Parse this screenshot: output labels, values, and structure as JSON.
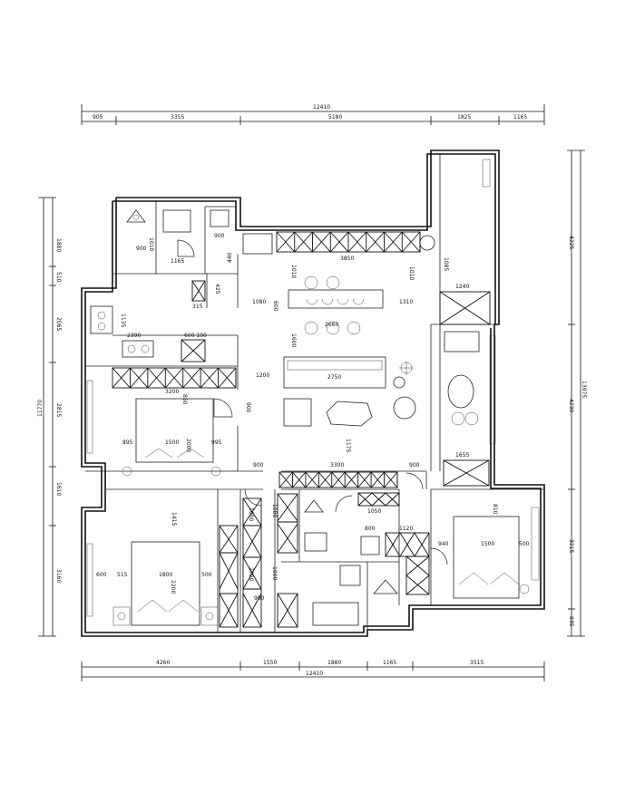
{
  "dims": {
    "top_total": "12410",
    "top_segments": [
      "905",
      "3355",
      "5180",
      "1825",
      "1165"
    ],
    "bottom_total": "12410",
    "bottom_segments": [
      "4260",
      "1550",
      "1880",
      "1165",
      "3515"
    ],
    "left_total": "11770",
    "left_segments": [
      "1880",
      "510",
      "2065",
      "2815",
      "1610",
      "3160"
    ],
    "right_total": "13975",
    "right_segments": [
      "4225",
      "4230",
      "3215",
      "835"
    ]
  },
  "labels": {
    "l900a": "900",
    "l1010a": "1010",
    "l900b": "900",
    "l1165": "1165",
    "l440": "440",
    "l1010b": "1010",
    "l315": "315",
    "l425": "425",
    "l1135": "1135",
    "l2390": "2390",
    "l600_100": "600 100",
    "l3850": "3850",
    "l1010c": "1010",
    "l1085": "1085",
    "l1080": "1080",
    "l600a": "600",
    "l2660": "2660",
    "l1310": "1310",
    "l1240": "1240",
    "l1600": "1600",
    "l1200": "1200",
    "l2750": "2750",
    "l3200": "3200",
    "l850": "850",
    "l900c": "900",
    "l895": "895",
    "l1500a": "1500",
    "l2000a": "2000",
    "l995": "995",
    "l1175": "1175",
    "l1655": "1655",
    "l900d": "900",
    "l3300": "3300",
    "l900e": "900",
    "l1415": "1415",
    "l1080b": "1080",
    "l1050": "1050",
    "l810": "810",
    "l800": "800",
    "l1120": "1120",
    "l940": "940",
    "l1500b": "1500",
    "l500a": "500",
    "l600b": "600",
    "l515": "515",
    "l1800": "1800",
    "l2200": "2200",
    "l500b": "500",
    "l1000a": "1000",
    "l1000b": "1000",
    "l990": "990",
    "l2000b": "2000"
  }
}
